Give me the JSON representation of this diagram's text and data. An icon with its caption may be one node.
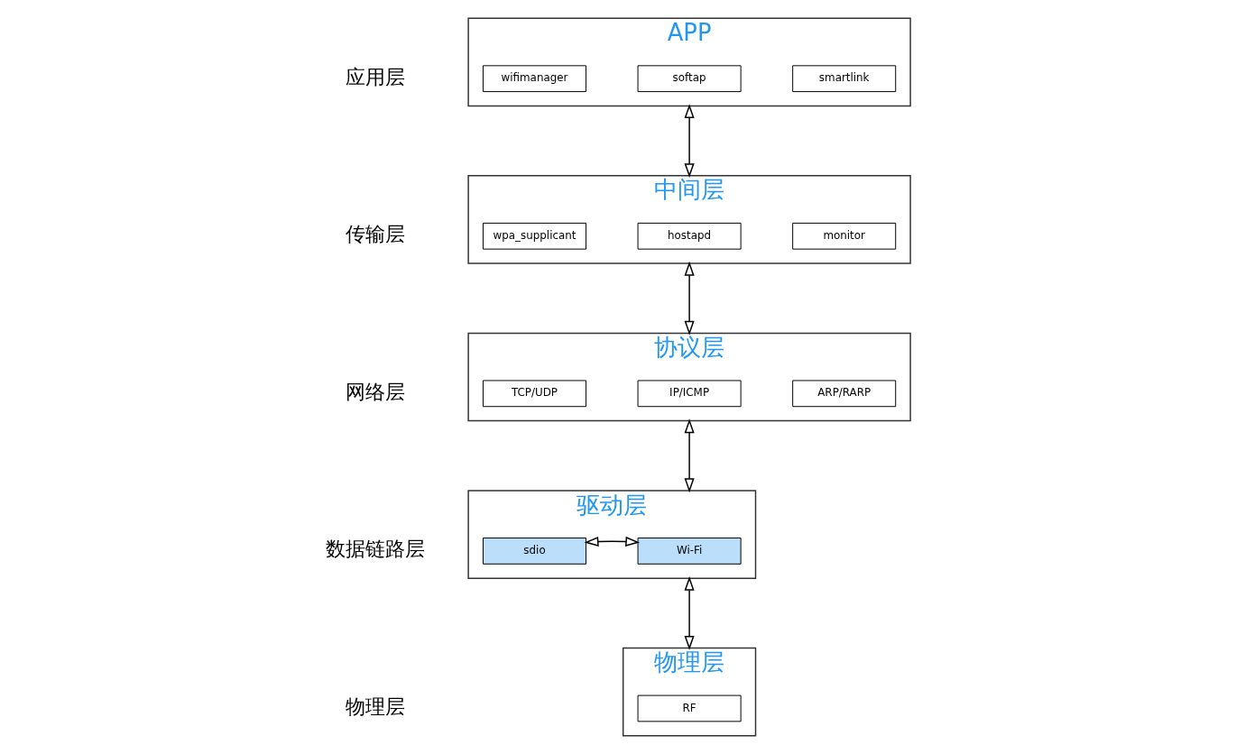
{
  "diagram": {
    "nodes": [
      {
        "text": [
          "APP"
        ]
      },
      {
        "text": [
          "wifimanager"
        ],
        "in": 0
      },
      {
        "text": [
          "softap"
        ],
        "in": 0
      },
      {
        "text": [
          "smartlink"
        ],
        "in": 0
      },
      {
        "text": [
          "中间层"
        ]
      },
      {
        "text": [
          "wpa_supplicant"
        ],
        "in": 4
      },
      {
        "text": [
          "hostapd"
        ],
        "in": 4
      },
      {
        "text": [
          "monitor"
        ],
        "in": 4
      },
      {
        "text": [
          "协议层"
        ]
      },
      {
        "text": [
          "TCP/UDP"
        ],
        "in": 8
      },
      {
        "text": [
          "IP/ICMP"
        ],
        "in": 8
      },
      {
        "text": [
          "ARP/RARP"
        ],
        "in": 8
      },
      {
        "text": [
          "驱动层"
        ]
      },
      {
        "text": [
          "sdio"
        ],
        "in": 12
      },
      {
        "text": [
          "Wi-Fi"
        ],
        "in": 12
      },
      {
        "text": [
          "物理层"
        ]
      },
      {
        "text": [
          "RF"
        ],
        "in": 15
      }
    ],
    "edges": [
      {
        "from": 0,
        "to": 4,
        "arrow": "both"
      },
      {
        "from": 4,
        "to": 8,
        "arrow": "both"
      },
      {
        "from": 8,
        "to": 12,
        "arrow": "both"
      },
      {
        "from": 12,
        "to": 15,
        "arrow": "both"
      },
      {
        "from": 13,
        "to": 14,
        "arrow": "both"
      }
    ],
    "labels": [
      "应用层",
      "传输层",
      "网络层",
      "数据链路层",
      "物理层"
    ]
  }
}
